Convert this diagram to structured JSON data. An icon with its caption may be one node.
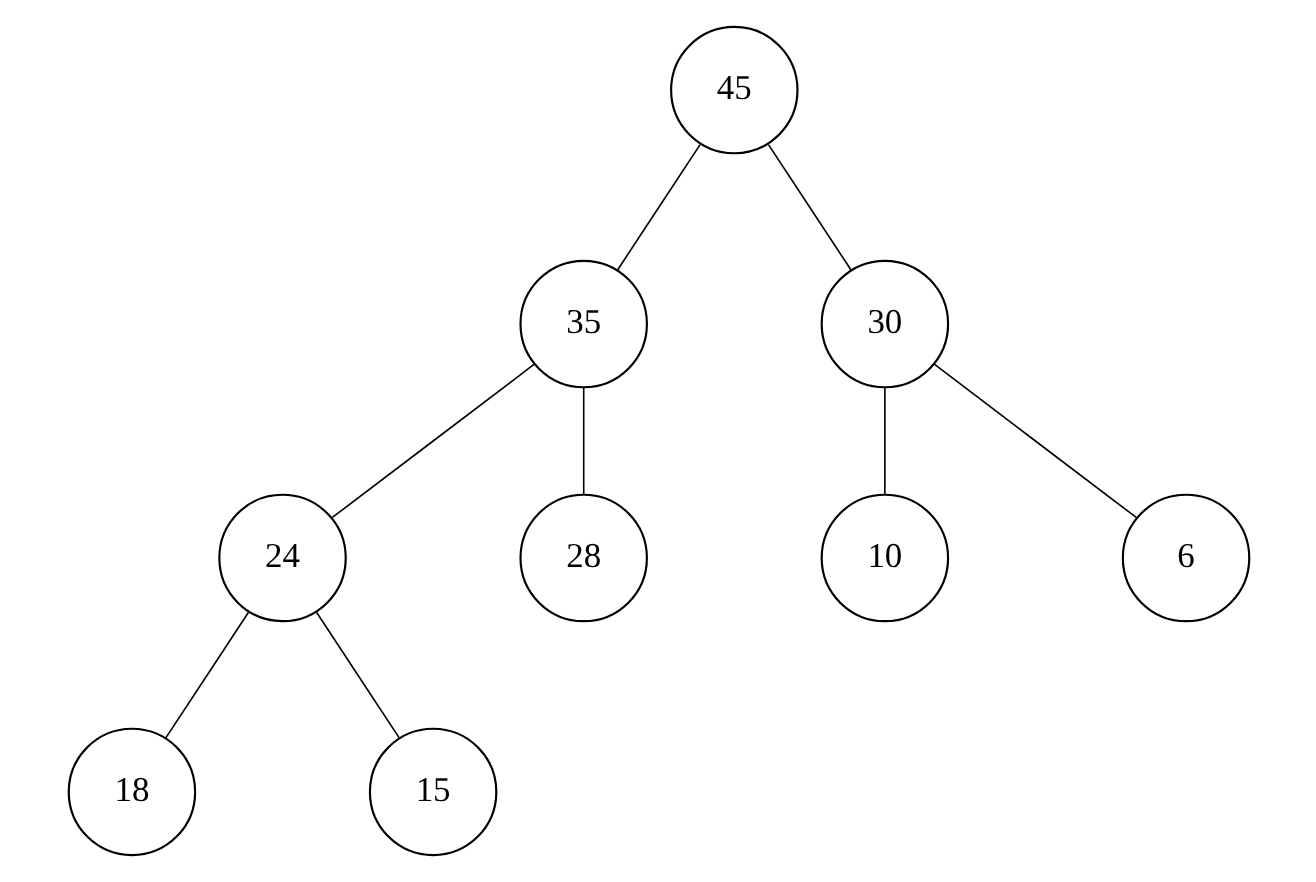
{
  "diagram": {
    "nodes": [
      {
        "text": [
          "45"
        ]
      },
      {
        "text": [
          "35"
        ]
      },
      {
        "text": [
          "30"
        ]
      },
      {
        "text": [
          "24"
        ]
      },
      {
        "text": [
          "28"
        ]
      },
      {
        "text": [
          "10"
        ]
      },
      {
        "text": [
          "6"
        ]
      },
      {
        "text": [
          "18"
        ]
      },
      {
        "text": [
          "15"
        ]
      }
    ],
    "edges": [
      {
        "from": 0,
        "to": 1,
        "arrow": "none"
      },
      {
        "from": 0,
        "to": 2,
        "arrow": "none"
      },
      {
        "from": 1,
        "to": 3,
        "arrow": "none"
      },
      {
        "from": 1,
        "to": 4,
        "arrow": "none"
      },
      {
        "from": 2,
        "to": 5,
        "arrow": "none"
      },
      {
        "from": 2,
        "to": 6,
        "arrow": "none"
      },
      {
        "from": 3,
        "to": 7,
        "arrow": "none"
      },
      {
        "from": 3,
        "to": 8,
        "arrow": "none"
      }
    ]
  }
}
